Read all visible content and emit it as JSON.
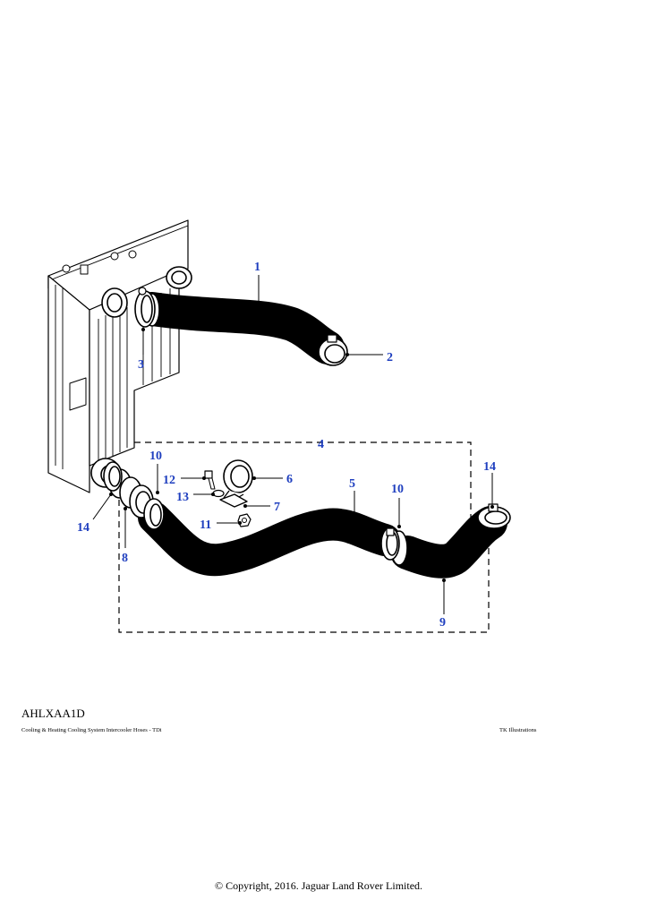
{
  "diagram": {
    "callouts": [
      {
        "id": "c1",
        "label": "1"
      },
      {
        "id": "c2",
        "label": "2"
      },
      {
        "id": "c3",
        "label": "3"
      },
      {
        "id": "c4",
        "label": "4"
      },
      {
        "id": "c5",
        "label": "5"
      },
      {
        "id": "c6",
        "label": "6"
      },
      {
        "id": "c7",
        "label": "7"
      },
      {
        "id": "c8",
        "label": "8"
      },
      {
        "id": "c9",
        "label": "9"
      },
      {
        "id": "c10a",
        "label": "10"
      },
      {
        "id": "c10b",
        "label": "10"
      },
      {
        "id": "c11",
        "label": "11"
      },
      {
        "id": "c12",
        "label": "12"
      },
      {
        "id": "c13",
        "label": "13"
      },
      {
        "id": "c14a",
        "label": "14"
      },
      {
        "id": "c14b",
        "label": "14"
      }
    ],
    "colors": {
      "callout": "#1f3fbf",
      "line": "#000000",
      "background": "#ffffff"
    }
  },
  "footer": {
    "illustration_code": "AHLXAA1D",
    "caption": "Cooling & Heating Cooling System Intercooler Hoses - TDi",
    "credit": "TK Illustrations",
    "copyright": "© Copyright, 2016. Jaguar Land Rover Limited."
  }
}
